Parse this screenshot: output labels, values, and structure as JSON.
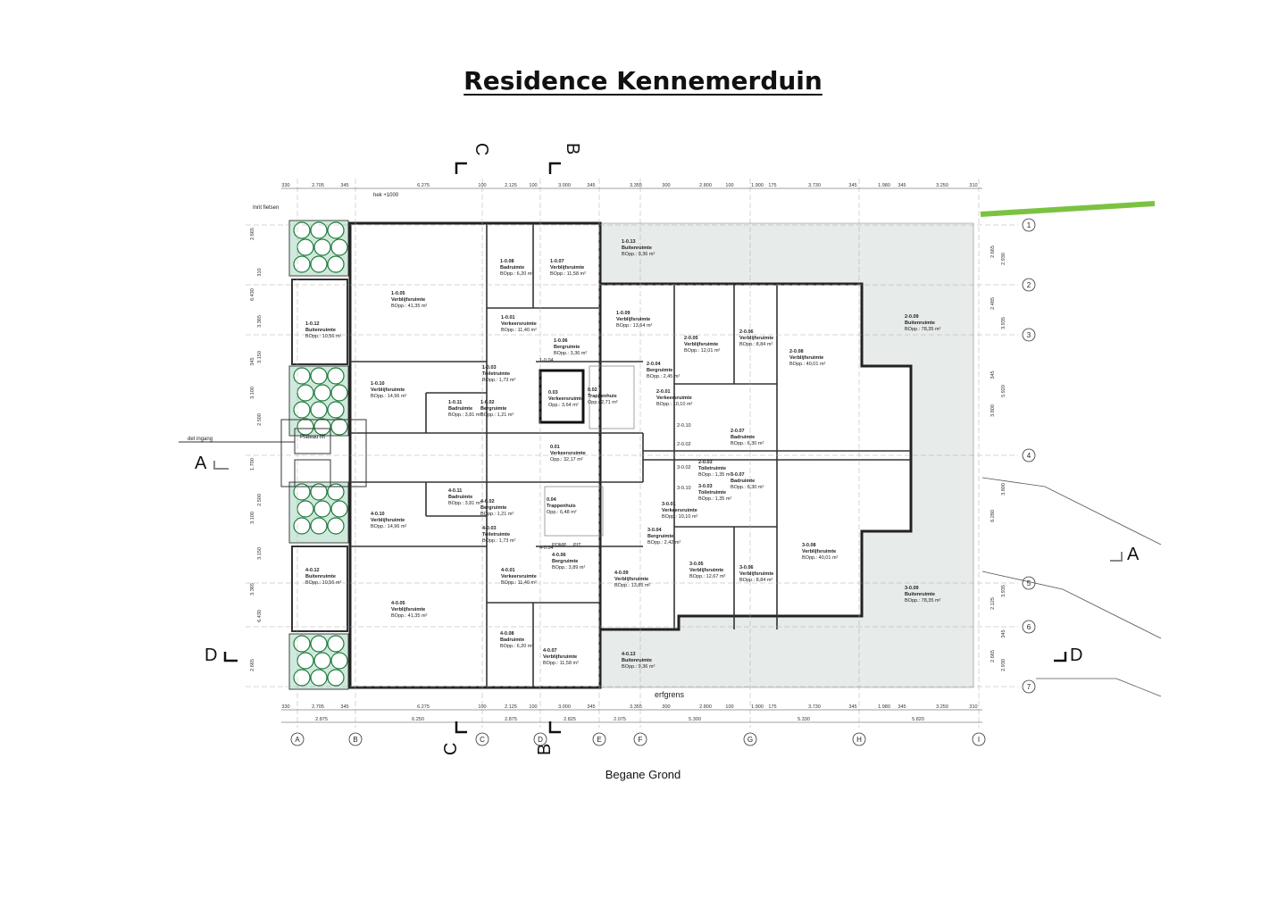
{
  "title": "Residence Kennemerduin",
  "subtitle": "Begane Grond",
  "colors": {
    "green_accent": "#7cc242",
    "terrace_fill": "#e7ebe9",
    "wall": "#222222",
    "planter_fill": "#cfe9dd"
  },
  "notes": {
    "inrit": "Inrit fietsen",
    "hek": "hek +1000",
    "det_ingang": "det ingang",
    "plateau": "Plateau lift",
    "erfgrens": "erfgrens"
  },
  "section_markers": {
    "A": "A",
    "B": "B",
    "C": "C",
    "D": "D"
  },
  "grid_columns": [
    "A",
    "B",
    "C",
    "D",
    "E",
    "F",
    "G",
    "H",
    "I"
  ],
  "grid_rows": [
    "1",
    "2",
    "3",
    "4",
    "5",
    "6",
    "7"
  ],
  "dims_top": [
    "330",
    "2.705",
    "345",
    "6.275",
    "100",
    "2.125",
    "100",
    "3.000",
    "345",
    "3.355",
    "300",
    "2.800",
    "100",
    "1.900",
    "175",
    "3.730",
    "345",
    "1.980",
    "345",
    "3.250",
    "310"
  ],
  "dims_bottom_1": [
    "330",
    "2.705",
    "345",
    "6.275",
    "100",
    "2.125",
    "100",
    "3.000",
    "345",
    "3.355",
    "300",
    "2.800",
    "100",
    "1.900",
    "175",
    "3.730",
    "345",
    "1.980",
    "345",
    "3.250",
    "310"
  ],
  "dims_bottom_2": [
    "2.875",
    "6.250",
    "2.875",
    "2.825",
    "2.075",
    "5.300",
    "5.330",
    "5.820"
  ],
  "dims_right": [
    "2.665",
    "2.930",
    "2.485",
    "3.935",
    "345",
    "5.920",
    "3.800",
    "3.800",
    "6.280",
    "3.935",
    "2.125",
    "345",
    "2.665",
    "2.930"
  ],
  "dims_left": [
    "2.665",
    "310",
    "6.430",
    "3.365",
    "345",
    "3.150",
    "3.100",
    "2.500",
    "1.700",
    "2.500",
    "3.100",
    "3.150",
    "3.365",
    "6.430",
    "2.665"
  ],
  "rooms": [
    {
      "id": "1-0.13",
      "name": "Buitenruimte",
      "area": "BOpp.: 9,36 m²"
    },
    {
      "id": "1-0.08",
      "name": "Badruimte",
      "area": "BOpp.: 6,20 m²"
    },
    {
      "id": "1-0.07",
      "name": "Verblijfsruimte",
      "area": "BOpp.: 11,58 m²"
    },
    {
      "id": "1-0.05",
      "name": "Verblijfsruimte",
      "area": "BOpp.: 41,35 m²"
    },
    {
      "id": "1-0.12",
      "name": "Buitenruimte",
      "area": "BOpp.: 10,56 m²"
    },
    {
      "id": "1-0.01",
      "name": "Verkeersruimte",
      "area": "BOpp.: 11,40 m²"
    },
    {
      "id": "1-0.09",
      "name": "Verblijfsruimte",
      "area": "BOpp.: 13,64 m²"
    },
    {
      "id": "1-0.06",
      "name": "Bergruimte",
      "area": "BOpp.: 3,36 m²"
    },
    {
      "id": "1-0.10",
      "name": "Verblijfsruimte",
      "area": "BOpp.: 14,96 m²"
    },
    {
      "id": "1-0.03",
      "name": "Toiletruimte",
      "area": "BOpp.: 1,73 m²"
    },
    {
      "id": "1-0.11",
      "name": "Badruimte",
      "area": "BOpp.: 3,81 m²"
    },
    {
      "id": "1-0.02",
      "name": "Bergruimte",
      "area": "BOpp.: 1,21 m²"
    },
    {
      "id": "0.03",
      "name": "Verkeersruimte",
      "area": "Opp.: 3,64 m²"
    },
    {
      "id": "0.02",
      "name": "Trappenhuis",
      "area": "Opp.: 2,71 m²"
    },
    {
      "id": "0.01",
      "name": "Verkeersruimte",
      "area": "Opp.: 32,17 m²"
    },
    {
      "id": "0.04",
      "name": "Trappenhuis",
      "area": "Opp.: 6,48 m²"
    },
    {
      "id": "2-0.05",
      "name": "Verblijfsruimte",
      "area": "BOpp.: 12,01 m²"
    },
    {
      "id": "2-0.06",
      "name": "Verblijfsruimte",
      "area": "BOpp.: 8,84 m²"
    },
    {
      "id": "2-0.08",
      "name": "Verblijfsruimte",
      "area": "BOpp.: 40,01 m²"
    },
    {
      "id": "2-0.09",
      "name": "Buitenruimte",
      "area": "BOpp.: 78,35 m²"
    },
    {
      "id": "2-0.04",
      "name": "Bergruimte",
      "area": "BOpp.: 2,45 m²"
    },
    {
      "id": "2-0.01",
      "name": "Verkeersruimte",
      "area": "BOpp.: 10,10 m²"
    },
    {
      "id": "2-0.07",
      "name": "Badruimte",
      "area": "BOpp.: 6,30 m²"
    },
    {
      "id": "2-0.03",
      "name": "Toiletruimte",
      "area": "BOpp.: 1,35 m²"
    },
    {
      "id": "4-0.11",
      "name": "Badruimte",
      "area": "BOpp.: 3,81 m²"
    },
    {
      "id": "4-0.02",
      "name": "Bergruimte",
      "area": "BOpp.: 1,21 m²"
    },
    {
      "id": "4-0.10",
      "name": "Verblijfsruimte",
      "area": "BOpp.: 14,96 m²"
    },
    {
      "id": "4-0.03",
      "name": "Toiletruimte",
      "area": "BOpp.: 1,73 m²"
    },
    {
      "id": "4-0.12",
      "name": "Buitenruimte",
      "area": "BOpp.: 10,56 m²"
    },
    {
      "id": "4-0.06",
      "name": "Bergruimte",
      "area": "BOpp.: 3,89 m²"
    },
    {
      "id": "4-0.01",
      "name": "Verkeersruimte",
      "area": "BOpp.: 11,40 m²"
    },
    {
      "id": "4-0.09",
      "name": "Verblijfsruimte",
      "area": "BOpp.: 13,85 m²"
    },
    {
      "id": "4-0.05",
      "name": "Verblijfsruimte",
      "area": "BOpp.: 41,35 m²"
    },
    {
      "id": "4-0.08",
      "name": "Badruimte",
      "area": "BOpp.: 6,20 m²"
    },
    {
      "id": "4-0.07",
      "name": "Verblijfsruimte",
      "area": "BOpp.: 11,58 m²"
    },
    {
      "id": "4-0.13",
      "name": "Buitenruimte",
      "area": "BOpp.: 9,36 m²"
    },
    {
      "id": "3-0.01",
      "name": "Verkeersruimte",
      "area": "BOpp.: 10,10 m²"
    },
    {
      "id": "3-0.07",
      "name": "Badruimte",
      "area": "BOpp.: 6,30 m²"
    },
    {
      "id": "3-0.03",
      "name": "Toiletruimte",
      "area": "BOpp.: 1,35 m²"
    },
    {
      "id": "3-0.04",
      "name": "Bergruimte",
      "area": "BOpp.: 2,42 m²"
    },
    {
      "id": "3-0.05",
      "name": "Verblijfsruimte",
      "area": "BOpp.: 12,67 m²"
    },
    {
      "id": "3-0.06",
      "name": "Verblijfsruimte",
      "area": "BOpp.: 8,84 m²"
    },
    {
      "id": "3-0.08",
      "name": "Verblijfsruimte",
      "area": "BOpp.: 40,01 m²"
    },
    {
      "id": "3-0.09",
      "name": "Buitenruimte",
      "area": "BOpp.: 78,35 m²"
    }
  ],
  "small_labels": [
    "2-0.10",
    "2-0.02",
    "3-0.02",
    "3-0.10",
    "1-0.04",
    "4-0.04",
    "PIT",
    "POMP"
  ]
}
